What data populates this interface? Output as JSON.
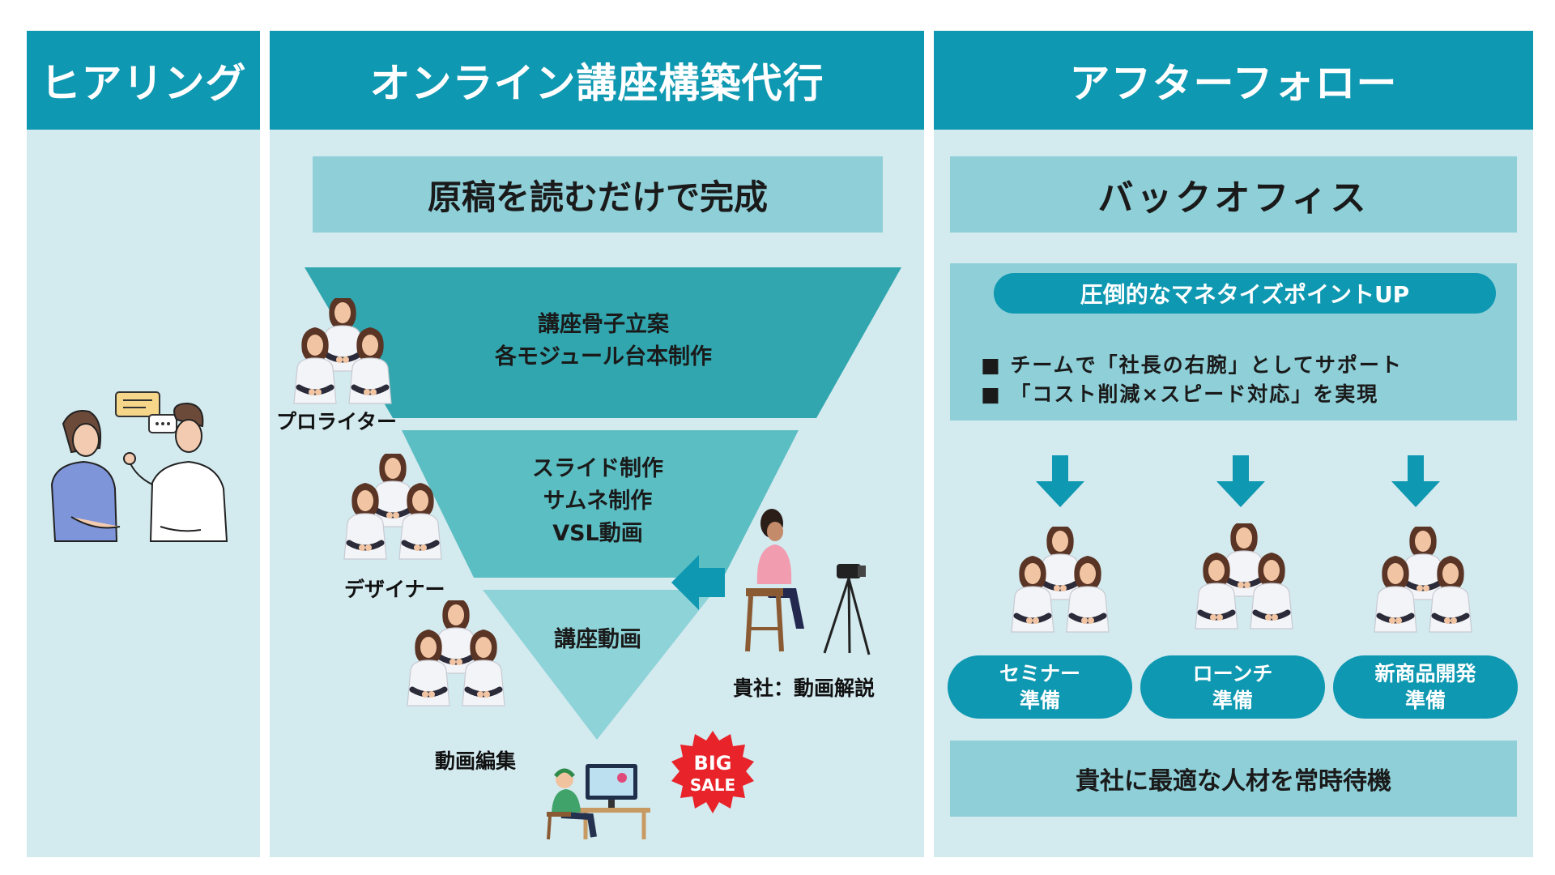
{
  "columns": {
    "hearing": {
      "title": "ヒアリング"
    },
    "course": {
      "title": "オンライン講座構築代行",
      "banner": "原稿を読むだけで完成",
      "funnel": [
        {
          "lines": [
            "講座骨子立案",
            "各モジュール台本制作"
          ]
        },
        {
          "lines": [
            "スライド制作",
            "サムネ制作",
            "VSL動画"
          ]
        },
        {
          "lines": [
            "講座動画"
          ]
        }
      ],
      "roles": {
        "writer": "プロライター",
        "designer": "デザイナー",
        "editor": "動画編集"
      },
      "client": "貴社：動画解説",
      "sale_badge": [
        "BIG",
        "SALE"
      ]
    },
    "after": {
      "title": "アフターフォロー",
      "banner": "バックオフィス",
      "highlight": "圧倒的なマネタイズポイントUP",
      "bullets": [
        "チームで「社長の右腕」としてサポート",
        "「コスト削減×スピード対応」を実現"
      ],
      "pills": [
        {
          "lines": [
            "セミナー",
            "準備"
          ]
        },
        {
          "lines": [
            "ローンチ",
            "準備"
          ]
        },
        {
          "lines": [
            "新商品開発",
            "準備"
          ]
        }
      ],
      "bottom": "貴社に最適な人材を常時待機"
    }
  },
  "colors": {
    "header": "#0e98b1",
    "panel": "#d3eaef",
    "band": "#8ecfd8",
    "funnel_top": "#31a6ae",
    "funnel_mid": "#5bbec3",
    "funnel_bottom": "#8dd3d8",
    "arrow": "#0e98b1",
    "sale": "#e8232a"
  }
}
